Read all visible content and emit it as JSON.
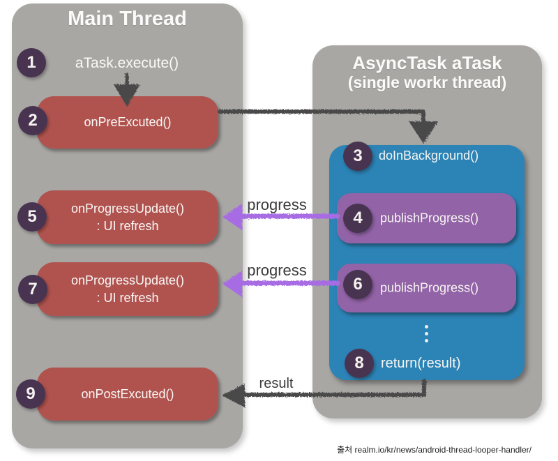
{
  "colors": {
    "panel_gray": "#a8a7a4",
    "box_red": "#b0534f",
    "box_blue": "#2c83b5",
    "box_purple": "#9263a7",
    "circle_dark_purple": "#483450",
    "arrow_dark": "#4a4a4a",
    "arrow_purple": "#a76ce4",
    "label_text": "#3b3b3b",
    "background": "#ffffff"
  },
  "main_thread": {
    "title": "Main Thread",
    "step1": {
      "num": "1",
      "label": "aTask.execute()"
    },
    "step2": {
      "num": "2",
      "label": "onPreExcuted()"
    },
    "step5": {
      "num": "5",
      "label": "onProgressUpdate()",
      "sublabel": ": UI refresh"
    },
    "step7": {
      "num": "7",
      "label": "onProgressUpdate()",
      "sublabel": ": UI refresh"
    },
    "step9": {
      "num": "9",
      "label": "onPostExcuted()"
    }
  },
  "async_task": {
    "title_line1": "AsyncTask aTask",
    "title_line2": "(single workr thread)",
    "step3": {
      "num": "3",
      "label": "doInBackground()"
    },
    "step4": {
      "num": "4",
      "label": "publishProgress()"
    },
    "step6": {
      "num": "6",
      "label": "publishProgress()"
    },
    "step8": {
      "num": "8",
      "label": "return(result)"
    }
  },
  "arrow_labels": {
    "progress_top": "progress",
    "progress_bottom": "progress",
    "result": "result"
  },
  "caption": "출처 realm.io/kr/news/android-thread-looper-handler/"
}
